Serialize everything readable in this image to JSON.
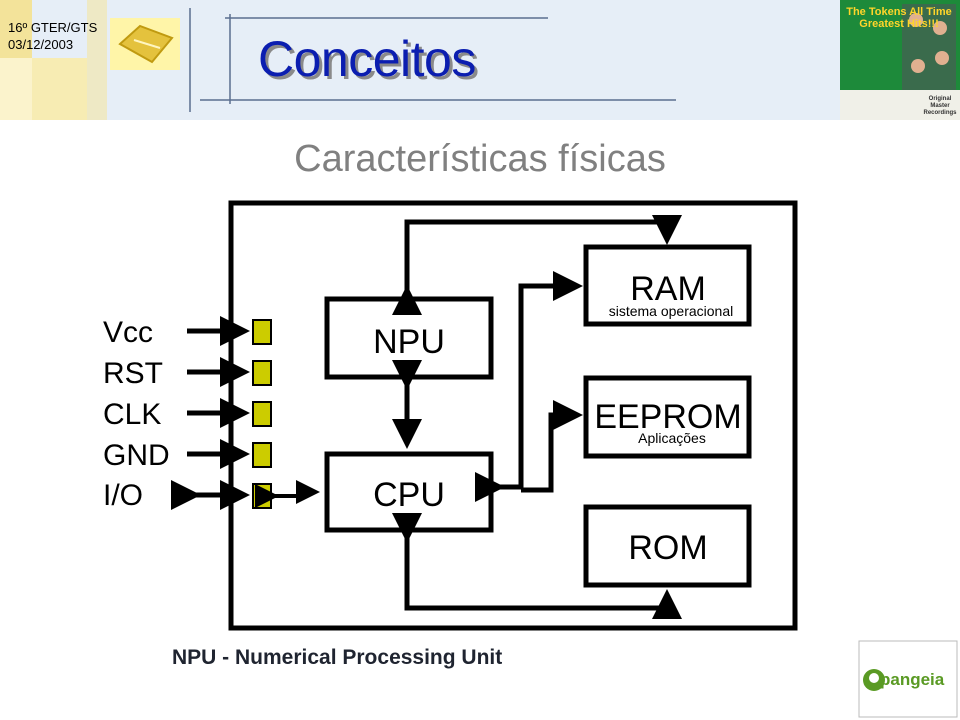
{
  "header": {
    "event": "16º GTER/GTS",
    "date": "03/12/2003",
    "title": "Conceitos",
    "album": {
      "title": "The Tokens All Time Greatest Hits!!!",
      "tag": "Original Master Recordings"
    }
  },
  "subtitle": "Características físicas",
  "diagram": {
    "pins": [
      "Vcc",
      "RST",
      "CLK",
      "GND",
      "I/O"
    ],
    "blocks": {
      "npu": {
        "title": "NPU"
      },
      "cpu": {
        "title": "CPU"
      },
      "ram": {
        "title": "RAM",
        "subtitle": "sistema operacional"
      },
      "eeprom": {
        "title": "EEPROM",
        "subtitle": "Aplicações"
      },
      "rom": {
        "title": "ROM"
      }
    }
  },
  "footnote": "NPU - Numerical Processing Unit",
  "logo": {
    "text": "pangeia"
  },
  "colors": {
    "title_blue": "#0b1eb0",
    "subtitle_gray": "#808080",
    "pin_yellow": "#cccc00",
    "header_bg": "#e6eef7"
  }
}
